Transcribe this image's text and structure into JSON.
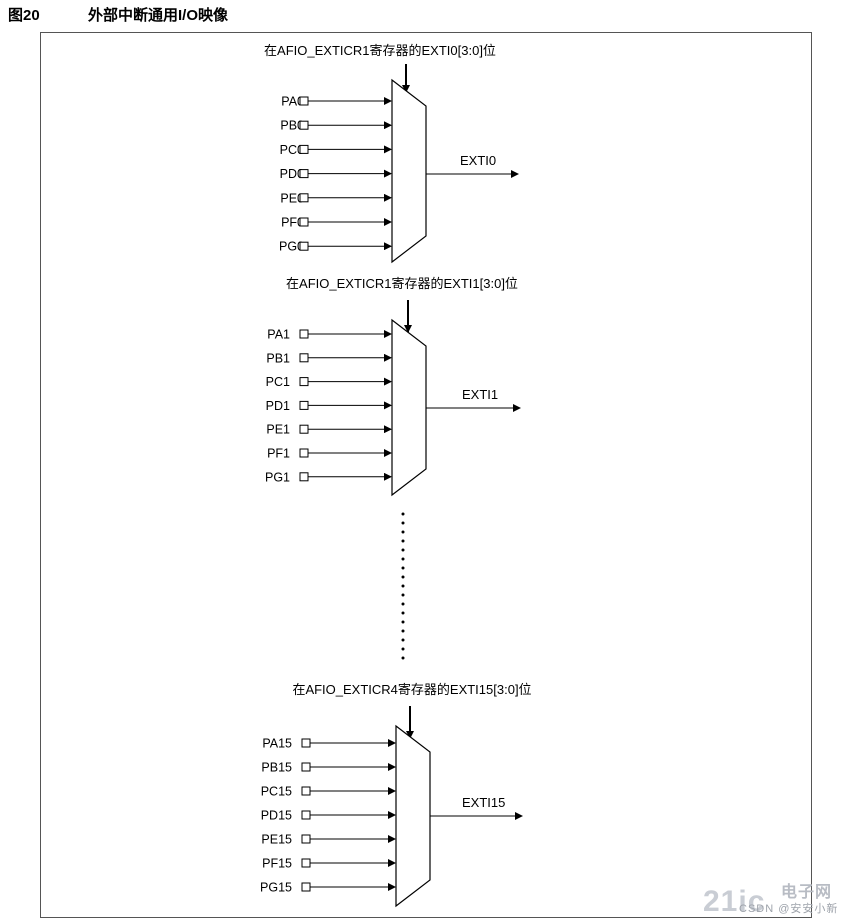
{
  "figure": {
    "number": "图20",
    "title": "外部中断通用I/O映像"
  },
  "blocks": [
    {
      "register_label": "在AFIO_EXTICR1寄存器的EXTI0[3:0]位",
      "inputs": [
        "PA0",
        "PB0",
        "PC0",
        "PD0",
        "PE0",
        "PF0",
        "PG0"
      ],
      "output": "EXTI0"
    },
    {
      "register_label": "在AFIO_EXTICR1寄存器的EXTI1[3:0]位",
      "inputs": [
        "PA1",
        "PB1",
        "PC1",
        "PD1",
        "PE1",
        "PF1",
        "PG1"
      ],
      "output": "EXTI1"
    },
    {
      "register_label": "在AFIO_EXTICR4寄存器的EXTI15[3:0]位",
      "inputs": [
        "PA15",
        "PB15",
        "PC15",
        "PD15",
        "PE15",
        "PF15",
        "PG15"
      ],
      "output": "EXTI15"
    }
  ],
  "watermark": {
    "logo": "21ic",
    "brand": "电子网",
    "user": "CSDN @安安小新"
  }
}
